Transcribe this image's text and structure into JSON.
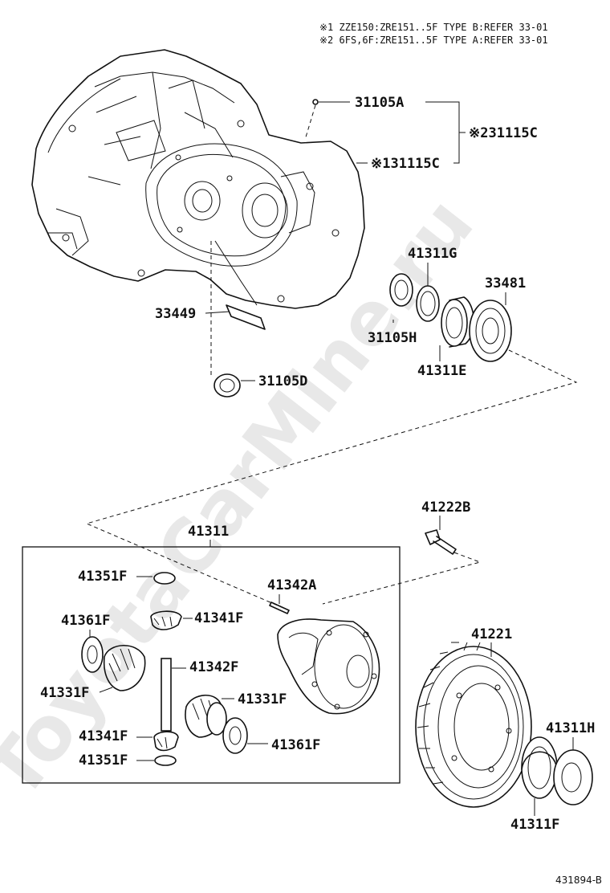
{
  "notes": [
    "※1 ZZE150:ZRE151..5F TYPE B:REFER 33-01",
    "※2 6FS,6F:ZRE151..5F TYPE A:REFER 33-01"
  ],
  "watermark": "ToyotaCarMine.ru",
  "labels": {
    "p31105A": "31105A",
    "p31115C_2": "※231115C",
    "p31115C_1": "※131115C",
    "p41311G": "41311G",
    "p33481": "33481",
    "p33449": "33449",
    "p31105H": "31105H",
    "p41311E": "41311E",
    "p31105D": "31105D",
    "p41222B": "41222B",
    "p41311": "41311",
    "p41351F_top": "41351F",
    "p41342A": "41342A",
    "p41341F_top": "41341F",
    "p41361F_left": "41361F",
    "p41342F": "41342F",
    "p41331F_left": "41331F",
    "p41331F_right": "41331F",
    "p41341F_bottom": "41341F",
    "p41361F_right": "41361F",
    "p41351F_bottom": "41351F",
    "p41221": "41221",
    "p41311H": "41311H",
    "p41311F": "41311F"
  },
  "figure_id": "431894-B"
}
